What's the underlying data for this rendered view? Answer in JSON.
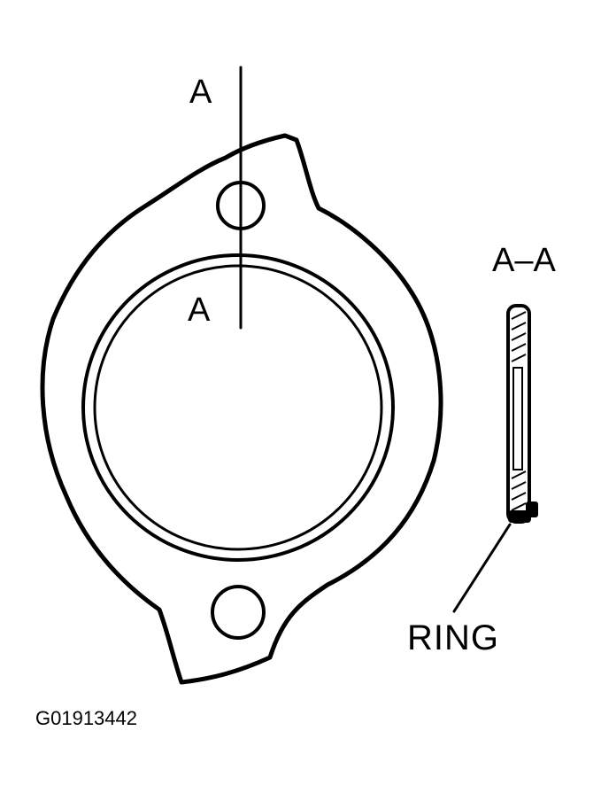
{
  "labels": {
    "section_mark_top": "A",
    "section_mark_inner": "A",
    "section_title": "A–A",
    "ring": "RING",
    "figure_id": "G01913442"
  },
  "colors": {
    "ink": "#000000",
    "paper": "#ffffff"
  }
}
